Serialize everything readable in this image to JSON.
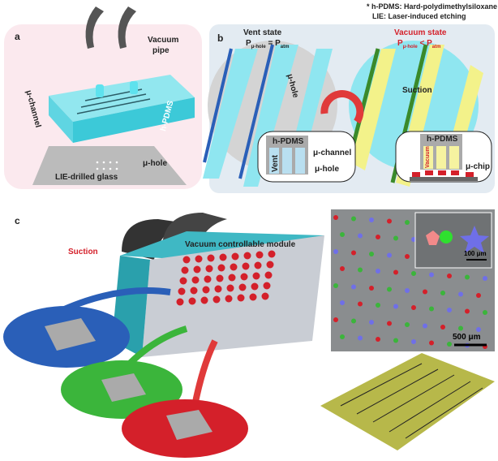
{
  "notes": {
    "line1": "* h-PDMS: Hard-polydimethylsiloxane",
    "line2": "LIE: Laser-induced etching"
  },
  "panel_a": {
    "label": "a",
    "vacuum_pipe": "Vacuum\npipe",
    "vacuum": "Vacuum",
    "pipe": "pipe",
    "u_channel": "μ-channel",
    "h_pdms": "h-PDMS",
    "u_hole": "μ-hole",
    "glass": "LIE-drilled glass"
  },
  "panel_b": {
    "label": "b",
    "vent_state": "Vent state",
    "vent_eq_p": "P",
    "vent_eq_sub1": "μ-hole",
    "vent_eq_mid": " = P",
    "vent_eq_sub2": "atm",
    "vacuum_state": "Vacuum state",
    "vac_eq_p": "P",
    "vac_eq_sub1": "μ-hole",
    "vac_eq_mid": " < P",
    "vac_eq_sub2": "atm",
    "u_hole": "μ-hole",
    "suction": "Suction",
    "inset_left": {
      "h_pdms": "h-PDMS",
      "u_channel": "μ-channel",
      "vent": "Vent",
      "u_hole": "μ-hole"
    },
    "inset_right": {
      "h_pdms": "h-PDMS",
      "vacuum": "Vacuum",
      "u_chip": "μ-chip"
    }
  },
  "panel_c": {
    "label": "c",
    "suction": "Suction",
    "module": "Vacuum controllable module",
    "scale_large": "500 μm",
    "scale_small": "100 μm"
  },
  "colors": {
    "cyan": "#4fd8e6",
    "red": "#d4202a",
    "blue": "#2a5fb8",
    "green": "#3bb53b",
    "panel_a_bg": "#fbe9ee",
    "panel_b_bg": "#e3ebf2"
  }
}
